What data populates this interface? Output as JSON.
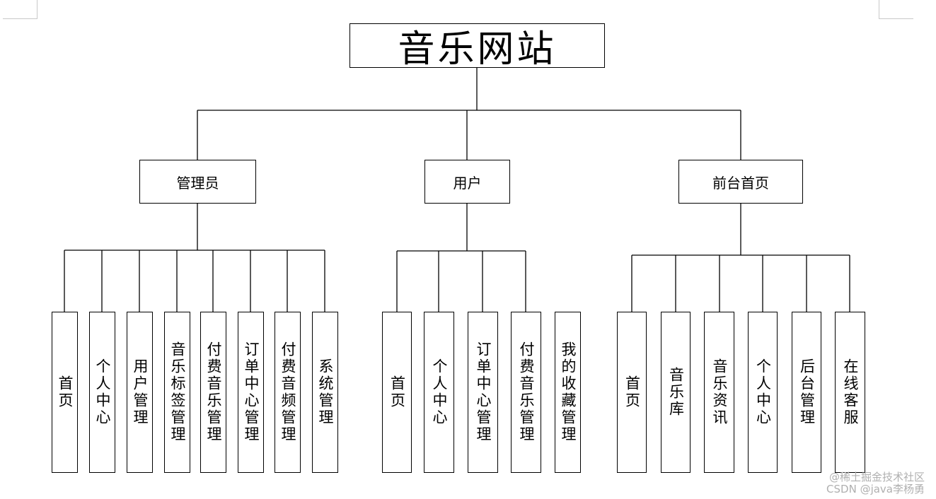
{
  "title": "音乐网站",
  "groups": [
    {
      "label": "管理员",
      "children": [
        "首页",
        "个人中心",
        "用户管理",
        "音乐标签管理",
        "付费音乐管理",
        "订单中心管理",
        "付费音频管理",
        "系统管理"
      ]
    },
    {
      "label": "用户",
      "children": [
        "首页",
        "个人中心",
        "订单中心管理",
        "付费音乐管理",
        "我的收藏管理"
      ]
    },
    {
      "label": "前台首页",
      "children": [
        "首页",
        "音乐库",
        "音乐资讯",
        "个人中心",
        "后台管理",
        "在线客服"
      ]
    }
  ],
  "watermark": {
    "line1": "@稀土掘金技术社区",
    "line2": "CSDN @java李杨勇"
  }
}
